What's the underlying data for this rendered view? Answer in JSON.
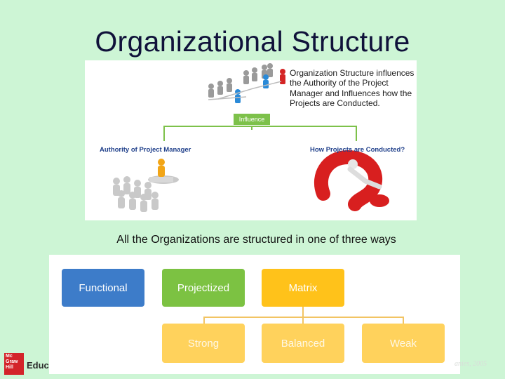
{
  "slide": {
    "title": "Organizational Structure",
    "caption": "Organization Structure influences the Authority of the Project Manager and Influences how the Projects are Conducted.",
    "subtitle": "All the Organizations are structured in one of three ways"
  },
  "illustration": {
    "center_label": "Influence",
    "left_label": "Authority of Project Manager",
    "right_label": "How Projects are Conducted?"
  },
  "structures": {
    "functional": "Functional",
    "projectized": "Projectized",
    "matrix": "Matrix",
    "matrix_types": [
      "Strong",
      "Balanced",
      "Weak"
    ]
  },
  "footer": {
    "logo_lines": [
      "Mc",
      "Graw",
      "Hill"
    ],
    "brand_partial": "Educ",
    "copyright_partial": "anies, 2005"
  },
  "colors": {
    "background": "#cdf5d5",
    "functional": "#3d7cc9",
    "projectized": "#7cc242",
    "matrix": "#ffc21a",
    "matrix_types": "#ffd25c"
  }
}
